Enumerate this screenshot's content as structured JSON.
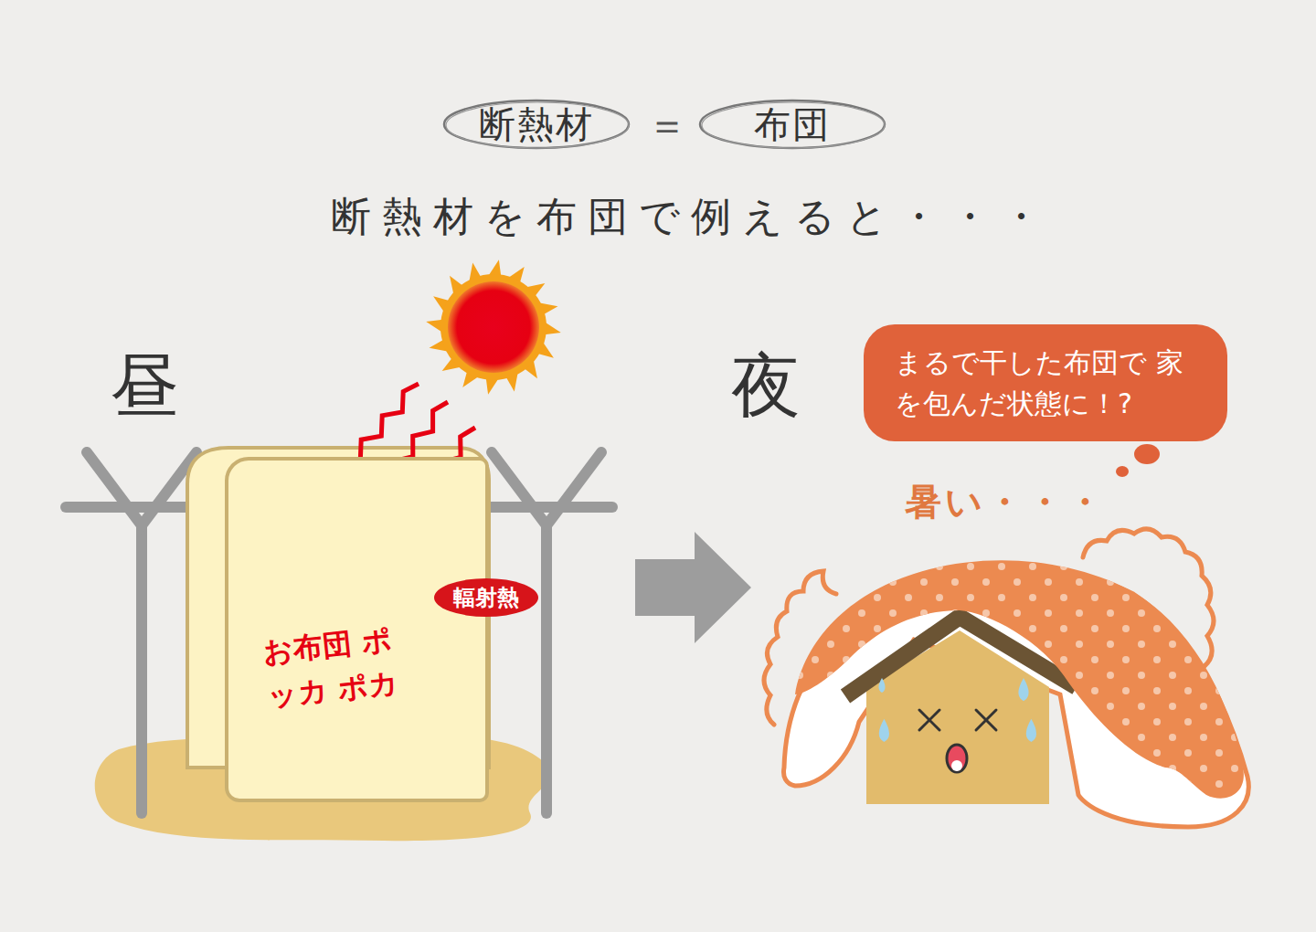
{
  "diagram": {
    "title": "断熱材を布団で例えると・・・",
    "nodes": [
      {
        "text": [
          "断熱材"
        ]
      },
      {
        "text": [
          "布団"
        ]
      },
      {
        "text": [
          "お布団 ポッカ ポカ"
        ]
      },
      {
        "text": [
          "輻射熱"
        ],
        "in": 2
      },
      {
        "text": [
          "まるで干した布団で 家を包んだ状態に！?"
        ]
      }
    ],
    "labels": [
      "＝",
      "昼",
      "夜",
      "暑い・・・"
    ]
  }
}
